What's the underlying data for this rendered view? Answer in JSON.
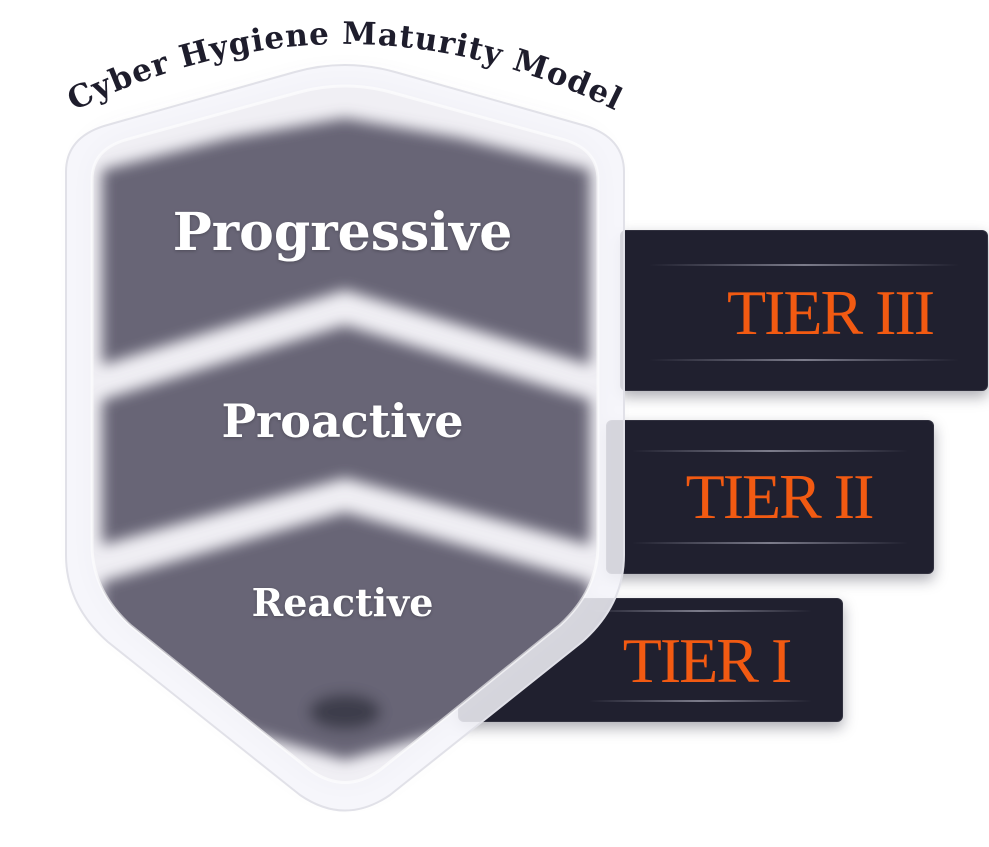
{
  "title": "Cyber Hygiene Maturity Model",
  "levels": [
    {
      "name": "Progressive",
      "tier": "TIER III"
    },
    {
      "name": "Proactive",
      "tier": "TIER II"
    },
    {
      "name": "Reactive",
      "tier": "TIER I"
    }
  ],
  "colors": {
    "tier_box": "#20202f",
    "tier_text": "#f25a12",
    "shield_band": "#686576",
    "title_text": "#1e1d2c",
    "level_text": "#ffffff"
  }
}
